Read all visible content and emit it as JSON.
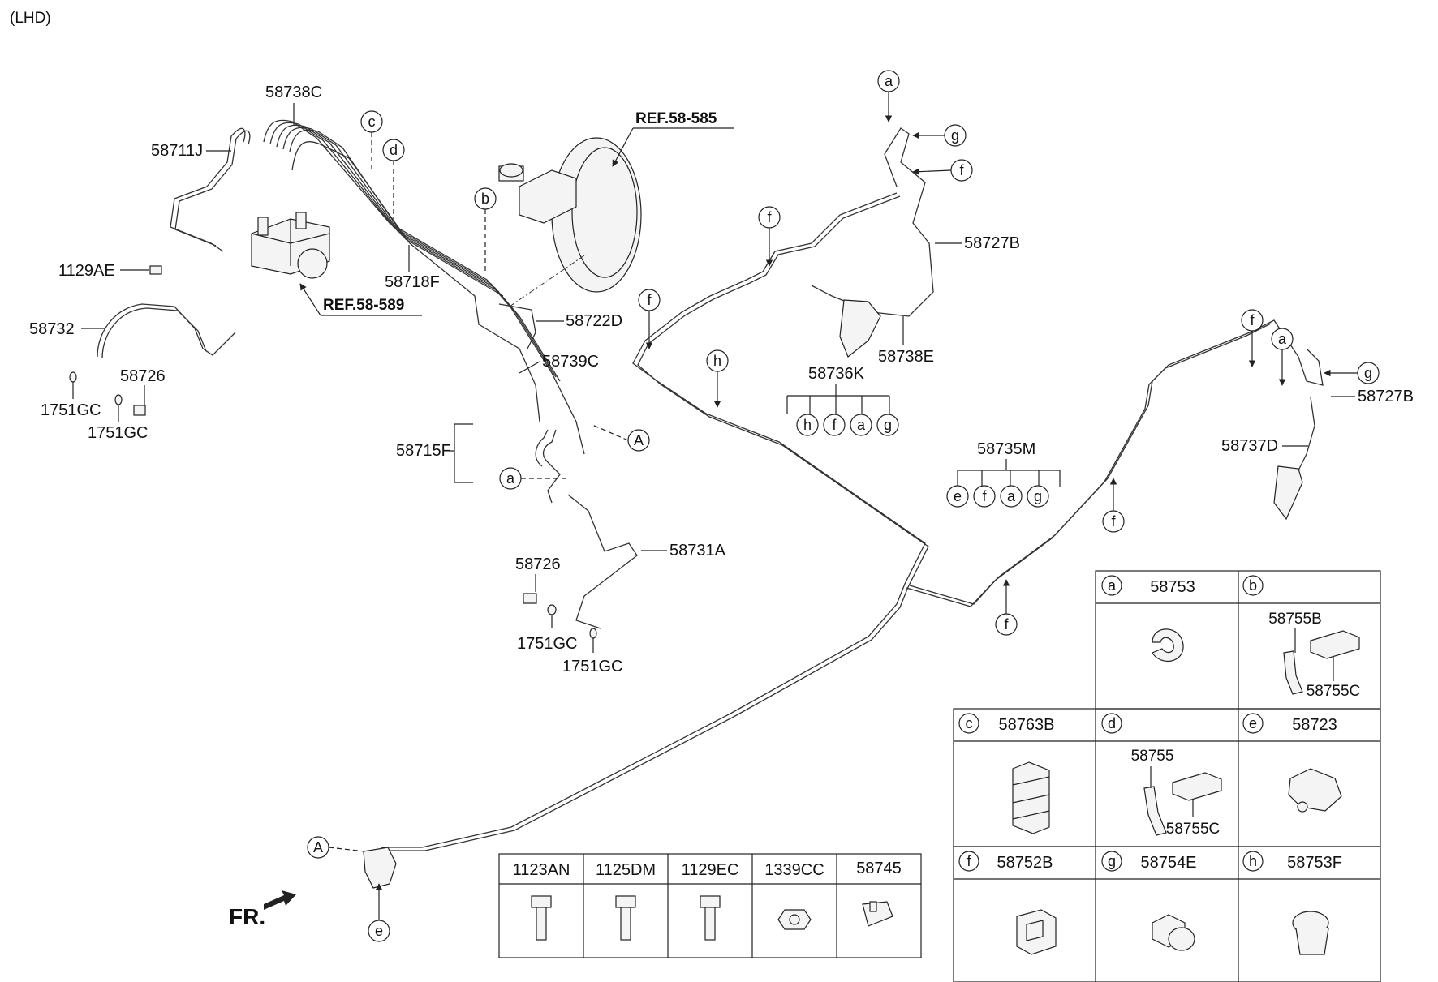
{
  "header": {
    "variant": "(LHD)"
  },
  "callouts": {
    "p58738C": "58738C",
    "p58711J": "58711J",
    "p1129AE": "1129AE",
    "p58732": "58732",
    "p58726_left": "58726",
    "p1751GC_1": "1751GC",
    "p1751GC_2": "1751GC",
    "p58718F": "58718F",
    "ref58589": "REF.58-589",
    "ref58585": "REF.58-585",
    "p58722D": "58722D",
    "p58739C": "58739C",
    "p58715F": "58715F",
    "p58731A": "58731A",
    "p58726_mid": "58726",
    "p1751GC_3": "1751GC",
    "p1751GC_4": "1751GC",
    "p58727B_1": "58727B",
    "p58738E": "58738E",
    "p58736K": "58736K",
    "p58735M": "58735M",
    "p58727B_2": "58727B",
    "p58737D": "58737D",
    "fr": "FR."
  },
  "letters": {
    "a": "a",
    "b": "b",
    "c": "c",
    "d": "d",
    "e": "e",
    "f": "f",
    "g": "g",
    "h": "h",
    "A": "A"
  },
  "bolt_table": {
    "headers": [
      "1123AN",
      "1125DM",
      "1129EC",
      "1339CC",
      "58745"
    ]
  },
  "clip_table": {
    "a": {
      "letter": "a",
      "part": "58753"
    },
    "b": {
      "letter": "b",
      "part_top": "58755B",
      "part_bottom": "58755C"
    },
    "c": {
      "letter": "c",
      "part": "58763B"
    },
    "d": {
      "letter": "d",
      "part_top": "58755",
      "part_bottom": "58755C"
    },
    "e": {
      "letter": "e",
      "part": "58723"
    },
    "f": {
      "letter": "f",
      "part": "58752B"
    },
    "g": {
      "letter": "g",
      "part": "58754E"
    },
    "h": {
      "letter": "h",
      "part": "58753F"
    }
  }
}
